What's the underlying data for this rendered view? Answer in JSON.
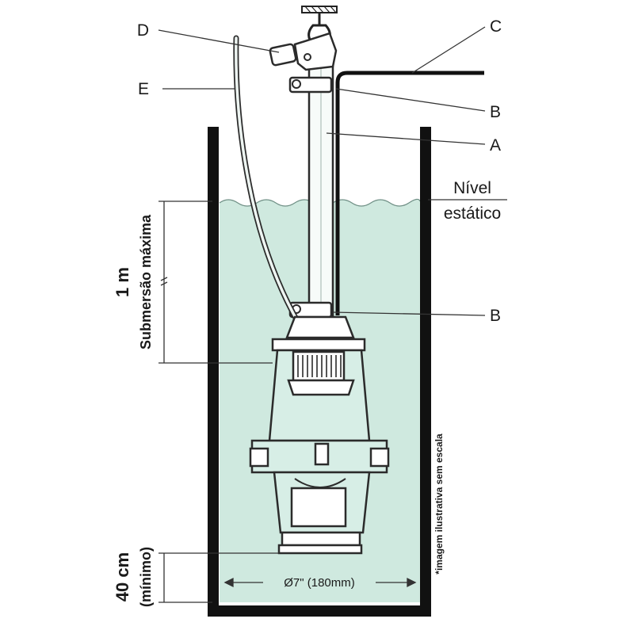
{
  "labels": {
    "D": "D",
    "C": "C",
    "E": "E",
    "B_top": "B",
    "A": "A",
    "B_bottom": "B"
  },
  "nivel_estatico": {
    "line1": "Nível",
    "line2": "estático"
  },
  "dimensions": {
    "submersao_value": "1 m",
    "submersao_text": "Submersão máxima",
    "minimo_value": "40 cm",
    "minimo_text": "(mínimo)",
    "diameter": "Ø7\" (180mm)"
  },
  "disclaimer": "*imagem ilustrativa sem escala",
  "colors": {
    "water": "#cfe9df",
    "pump_outline": "#2b2b2b",
    "well_wall": "#111111",
    "background": "#ffffff"
  }
}
